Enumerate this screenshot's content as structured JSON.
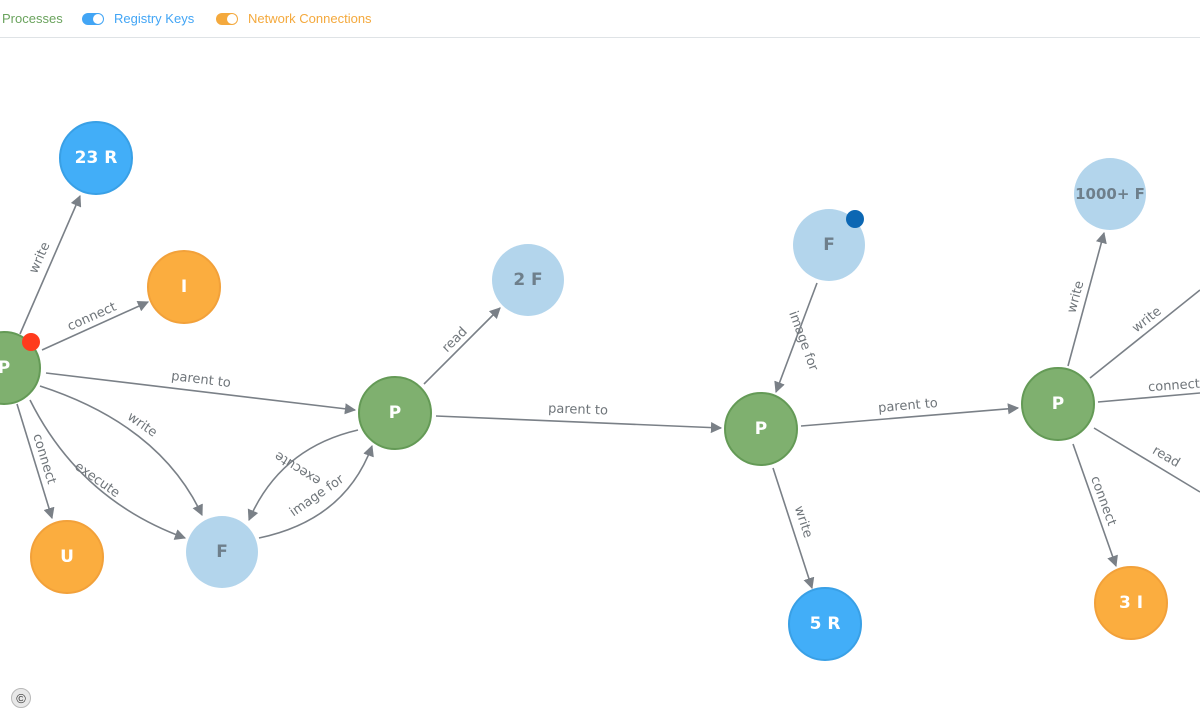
{
  "filters": [
    {
      "label": "Processes",
      "color": "#6aa35d",
      "enabled": true
    },
    {
      "label": "Registry Keys",
      "color": "#42a5f5",
      "enabled": true
    },
    {
      "label": "Network Connections",
      "color": "#f4a93d",
      "enabled": true
    }
  ],
  "colors": {
    "process": "#7fb06f",
    "process_border": "#649a56",
    "registry": "#42aef8",
    "network": "#fbad3f",
    "file": "#b3d5ec",
    "edge": "#7a8087",
    "alert_red": "#ff3b1d",
    "alert_blue": "#0c67b3"
  },
  "graph": {
    "nodes": [
      {
        "id": "p1",
        "type": "process",
        "label": "P"
      },
      {
        "id": "r1",
        "type": "registry",
        "label": "23 R"
      },
      {
        "id": "n1",
        "type": "network",
        "label": "I"
      },
      {
        "id": "n2",
        "type": "network",
        "label": "U"
      },
      {
        "id": "f1",
        "type": "file",
        "label": "F"
      },
      {
        "id": "p2",
        "type": "process",
        "label": "P"
      },
      {
        "id": "f2",
        "type": "file",
        "label": "2 F"
      },
      {
        "id": "f3",
        "type": "file",
        "label": "F"
      },
      {
        "id": "p3",
        "type": "process",
        "label": "P"
      },
      {
        "id": "r2",
        "type": "registry",
        "label": "5 R"
      },
      {
        "id": "p4",
        "type": "process",
        "label": "P"
      },
      {
        "id": "f4",
        "type": "file",
        "label": "1000+ F"
      },
      {
        "id": "n3",
        "type": "network",
        "label": "3 I"
      }
    ],
    "edge_labels": {
      "e_write_r1": "write",
      "e_connect_n1": "connect",
      "e_parent_p2": "parent to",
      "e_write_f1": "write",
      "e_execute_f1": "execute",
      "e_connect_n2": "connect",
      "e_execute_p2f1": "execute",
      "e_image_f1p2": "image for",
      "e_read_f2": "read",
      "e_parent_p3": "parent to",
      "e_image_f3p3": "image for",
      "e_write_r2": "write",
      "e_parent_p4": "parent to",
      "e_write_f4": "write",
      "e_write_off": "write",
      "e_connect_off": "connect",
      "e_read_off": "read",
      "e_connect_n3": "connect"
    }
  },
  "footer": {
    "copyright_symbol": "©"
  }
}
